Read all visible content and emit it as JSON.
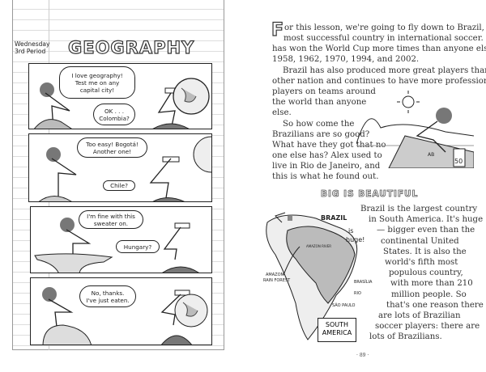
{
  "left_page": {
    "day": "Wednesday",
    "period": "3rd Period",
    "subject": "GEOGRAPHY",
    "panels": [
      {
        "bubbles": [
          [
            "I love geography!",
            "Test me on any",
            "capital city!"
          ],
          [
            "OK . . .",
            "Colombia?"
          ]
        ]
      },
      {
        "bubbles": [
          [
            "Too easy! Bogotá!",
            "Another one!"
          ],
          [
            "Chile?"
          ]
        ]
      },
      {
        "bubbles": [
          [
            "I'm fine with this",
            "sweater on."
          ],
          [
            "Hungary?"
          ]
        ]
      },
      {
        "bubbles": [
          [
            "No, thanks.",
            "I've just eaten."
          ]
        ]
      }
    ]
  },
  "right_page": {
    "drop_cap": "F",
    "intro_lines": [
      "or this lesson, we're going to fly down to Brazil, the",
      "most successful country in international soccer. Brazil",
      "has won the World Cup more times than anyone else: in",
      "1958, 1962, 1970, 1994, and 2002.",
      "Brazil has also produced more great players than any",
      "other nation and continues to have more professional",
      "players on teams around",
      "the world than anyone",
      "else.",
      "So how come the",
      "Brazilians are so good?",
      "What have they got that no",
      "one else has? Alex used to",
      "live in Rio de Janeiro, and",
      "this is what he found out."
    ],
    "beach_illustration": {
      "sunscreen_label": "50",
      "towel_initials": "AB"
    },
    "section_heading": "BIG IS BEAUTIFUL",
    "section_lines": [
      "Brazil is the largest country",
      "in South America. It's huge",
      "— bigger even than the",
      "continental United",
      "States. It is also the",
      "world's fifth most",
      "populous country,",
      "with more than 210",
      "million people. So",
      "that's one reason there",
      "are lots of Brazilian",
      "soccer players: there are",
      "lots of Brazilians."
    ],
    "map": {
      "title": "BRAZIL",
      "caption_is": "is",
      "caption_huge": "huge!",
      "labels": [
        "AMAZON RIVER",
        "AMAZON",
        "RAIN FOREST",
        "BRASÍLIA",
        "RIO",
        "SÃO PAULO"
      ],
      "box_label": [
        "SOUTH",
        "AMERICA"
      ]
    },
    "page_number": "· 89 ·"
  }
}
